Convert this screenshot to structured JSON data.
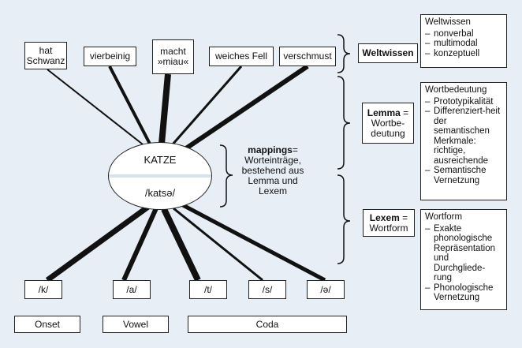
{
  "features": [
    "hat\nSchwanz",
    "vierbeinig",
    "macht\n»miau«",
    "weiches Fell",
    "verschmust"
  ],
  "concept": {
    "word": "KATZE",
    "phon": "/katsə/"
  },
  "mappings": {
    "bold": "mappings",
    "rest": "= Worteinträge, bestehend aus Lemma und Lexem"
  },
  "levels": {
    "weltwissen": {
      "label": "Weltwissen"
    },
    "lemma": {
      "bold": "Lemma",
      "rest": "= Wortbe-deutung"
    },
    "lexem": {
      "bold": "Lexem",
      "rest": "= Wortform"
    }
  },
  "panels": {
    "weltwissen": {
      "title": "Weltwissen",
      "items": [
        "nonverbal",
        "multimodal",
        "konzeptuell"
      ]
    },
    "wortbedeutung": {
      "title": "Wortbedeutung",
      "items": [
        "Prototypikalität",
        "Differenziert-heit der semantischen Merkmale: richtige, ausreichende",
        "Semantische Vernetzung"
      ]
    },
    "wortform": {
      "title": "Wortform",
      "items": [
        "Exakte phonologische Repräsentation und Durchgliede-rung",
        "Phonologische Vernetzung"
      ]
    }
  },
  "phonemes": [
    "/k/",
    "/a/",
    "/t/",
    "/s/",
    "/ə/"
  ],
  "segments": [
    "Onset",
    "Vowel",
    "Coda"
  ]
}
